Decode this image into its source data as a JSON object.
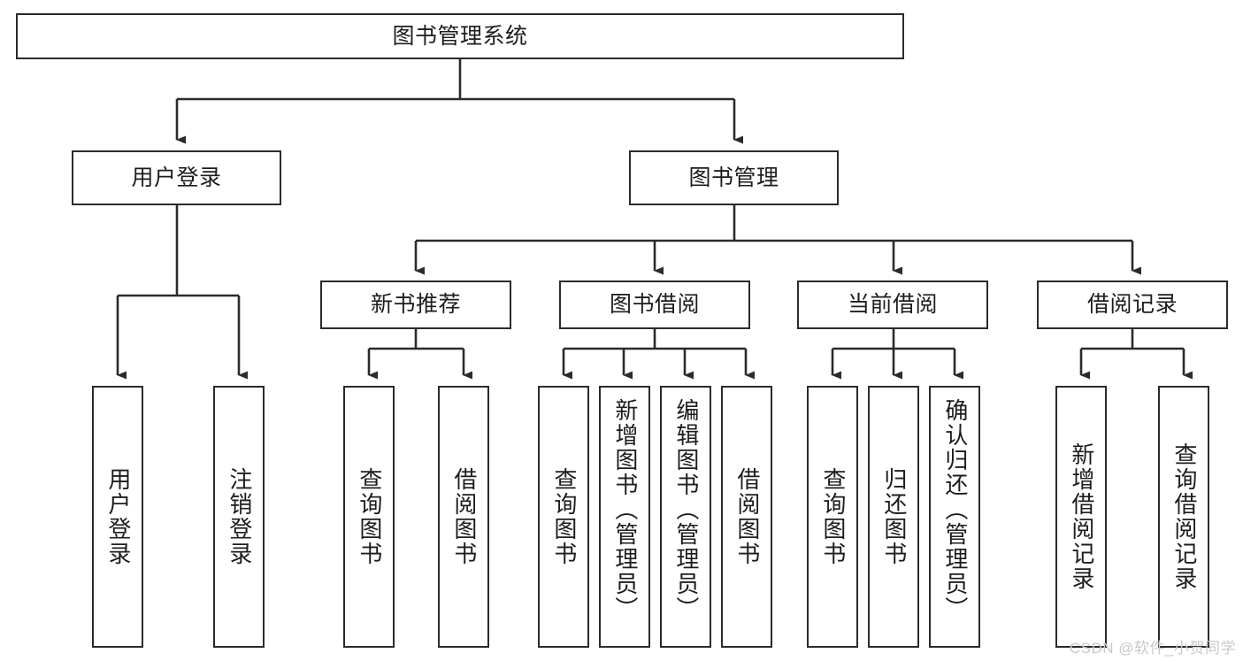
{
  "diagram": {
    "title": "图书管理系统",
    "type": "tree",
    "root": {
      "id": "root",
      "label": "图书管理系统"
    },
    "level2": [
      {
        "id": "user-login",
        "label": "用户登录"
      },
      {
        "id": "book-manage",
        "label": "图书管理"
      }
    ],
    "level3": [
      {
        "id": "new-book-rec",
        "label": "新书推荐",
        "parent": "book-manage"
      },
      {
        "id": "book-borrow",
        "label": "图书借阅",
        "parent": "book-manage"
      },
      {
        "id": "current-borrow",
        "label": "当前借阅",
        "parent": "book-manage"
      },
      {
        "id": "borrow-record",
        "label": "借阅记录",
        "parent": "book-manage"
      }
    ],
    "leaves": [
      {
        "id": "leaf-user-login",
        "label": "用户登录",
        "parent": "user-login"
      },
      {
        "id": "leaf-logout",
        "label": "注销登录",
        "parent": "user-login"
      },
      {
        "id": "leaf-query-book-1",
        "label": "查询图书",
        "parent": "new-book-rec"
      },
      {
        "id": "leaf-borrow-book-1",
        "label": "借阅图书",
        "parent": "new-book-rec"
      },
      {
        "id": "leaf-query-book-2",
        "label": "查询图书",
        "parent": "book-borrow"
      },
      {
        "id": "leaf-add-book",
        "label": "新增图书（管理员）",
        "parent": "book-borrow"
      },
      {
        "id": "leaf-edit-book",
        "label": "编辑图书（管理员）",
        "parent": "book-borrow"
      },
      {
        "id": "leaf-borrow-book-2",
        "label": "借阅图书",
        "parent": "book-borrow"
      },
      {
        "id": "leaf-query-book-3",
        "label": "查询图书",
        "parent": "current-borrow"
      },
      {
        "id": "leaf-return-book",
        "label": "归还图书",
        "parent": "current-borrow"
      },
      {
        "id": "leaf-confirm-return",
        "label": "确认归还（管理员）",
        "parent": "current-borrow"
      },
      {
        "id": "leaf-add-record",
        "label": "新增借阅记录",
        "parent": "borrow-record"
      },
      {
        "id": "leaf-query-record",
        "label": "查询借阅记录",
        "parent": "borrow-record"
      }
    ],
    "colors": {
      "stroke": "#2b2b2b",
      "fill": "#ffffff",
      "text": "#1d1d1d",
      "watermark": "#c9c9c9"
    }
  },
  "watermark": {
    "text": "CSDN @软件_小贺同学"
  }
}
